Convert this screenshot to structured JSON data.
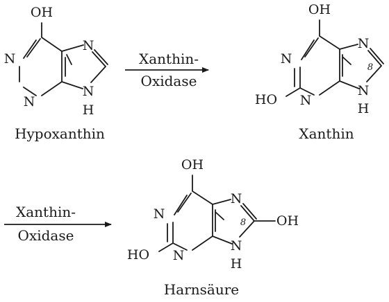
{
  "atoms": {
    "oh": "OH",
    "n": "N",
    "h": "H",
    "ho": "HO",
    "locant_8": "8"
  },
  "arrows": [
    {
      "line1": "Xanthin-",
      "line2": "Oxidase"
    },
    {
      "line1": "Xanthin-",
      "line2": "Oxidase"
    }
  ],
  "molecules": {
    "hypoxanthin": "Hypoxanthin",
    "xanthin": "Xanthin",
    "harnsaeure": "Harnsäure"
  }
}
